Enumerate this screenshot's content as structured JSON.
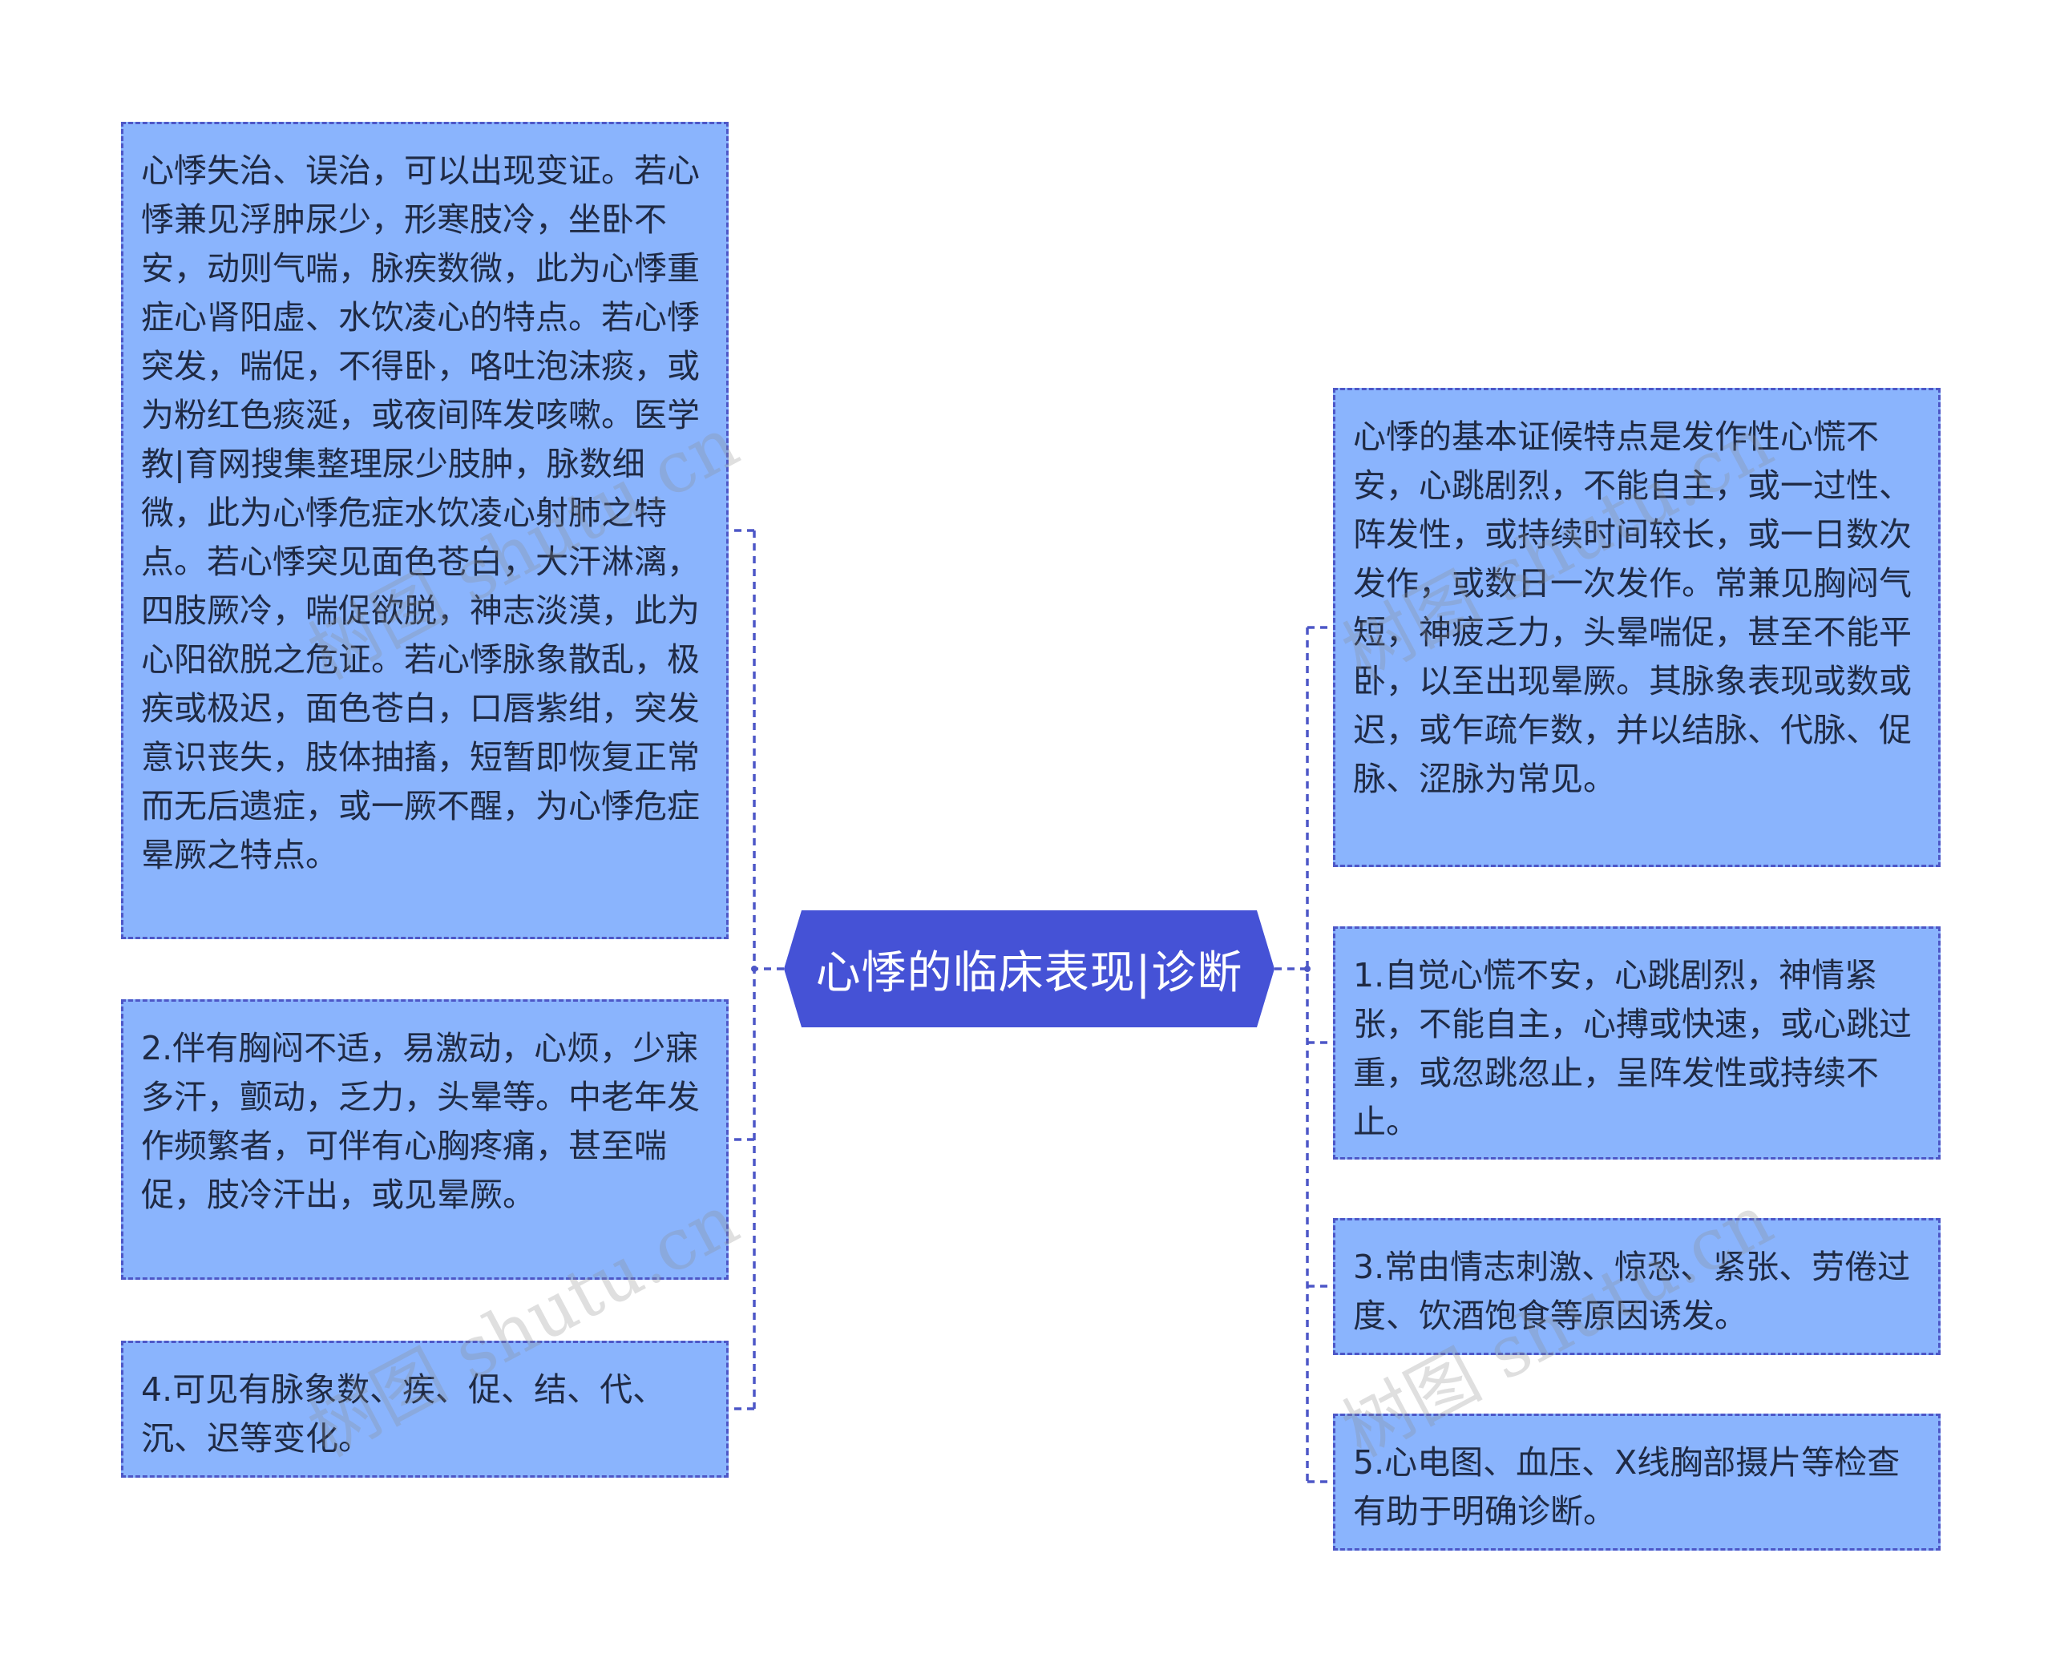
{
  "center": {
    "label": "心悸的临床表现|诊断"
  },
  "left_nodes": [
    {
      "text": "心悸失治、误治，可以出现变证。若心悸兼见浮肿尿少，形寒肢冷，坐卧不安，动则气喘，脉疾数微，此为心悸重症心肾阳虚、水饮凌心的特点。若心悸突发，喘促，不得卧，咯吐泡沫痰，或为粉红色痰涎，或夜间阵发咳嗽。医学教|育网搜集整理尿少肢肿，脉数细微，此为心悸危症水饮凌心射肺之特点。若心悸突见面色苍白，大汗淋漓，四肢厥冷，喘促欲脱，神志淡漠，此为心阳欲脱之危证。若心悸脉象散乱，极疾或极迟，面色苍白，口唇紫绀，突发意识丧失，肢体抽搐，短暂即恢复正常而无后遗症，或一厥不醒，为心悸危症晕厥之特点。"
    },
    {
      "text": "2.伴有胸闷不适，易激动，心烦，少寐多汗，颤动，乏力，头晕等。中老年发作频繁者，可伴有心胸疼痛，甚至喘促，肢冷汗出，或见晕厥。"
    },
    {
      "text": "4.可见有脉象数、疾、促、结、代、沉、迟等变化。"
    }
  ],
  "right_nodes": [
    {
      "text": "心悸的基本证候特点是发作性心慌不安，心跳剧烈，不能自主，或一过性、阵发性，或持续时间较长，或一日数次发作，或数日一次发作。常兼见胸闷气短，神疲乏力，头晕喘促，甚至不能平卧，以至出现晕厥。其脉象表现或数或迟，或乍疏乍数，并以结脉、代脉、促脉、涩脉为常见。"
    },
    {
      "text": "1.自觉心慌不安，心跳剧烈，神情紧张，不能自主，心搏或快速，或心跳过重，或忽跳忽止，呈阵发性或持续不止。"
    },
    {
      "text": "3.常由情志刺激、惊恐、紧张、劳倦过度、饮酒饱食等原因诱发。"
    },
    {
      "text": "5.心电图、血压、X线胸部摄片等检查有助于明确诊断。"
    }
  ],
  "watermark": "树图 shutu.cn",
  "colors": {
    "node_fill": "#8ab4fd",
    "node_border": "#4d57c7",
    "center_fill": "#4552d6",
    "connector": "#4d57c7"
  }
}
